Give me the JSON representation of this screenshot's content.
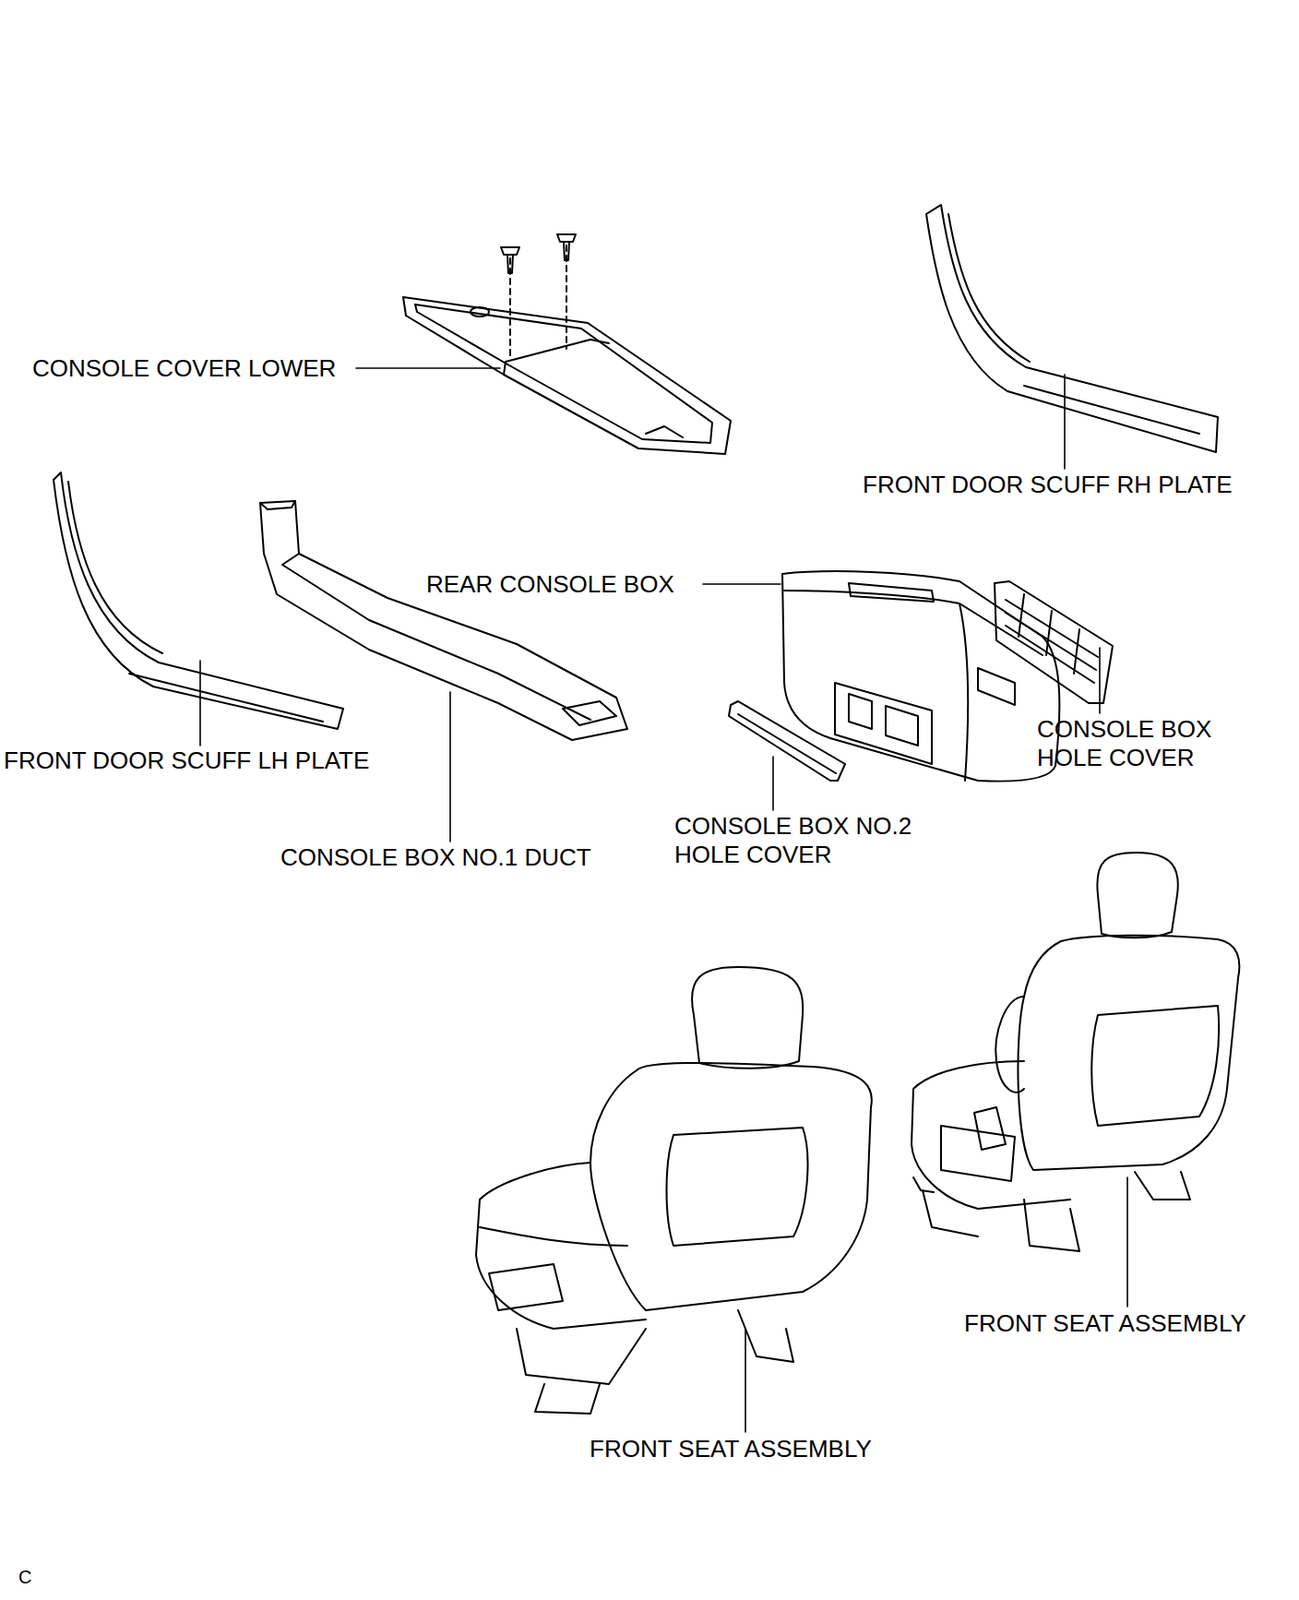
{
  "diagram": {
    "labels": [
      "CONSOLE COVER LOWER",
      "FRONT DOOR SCUFF RH PLATE",
      "REAR CONSOLE BOX",
      "FRONT DOOR SCUFF LH PLATE",
      "CONSOLE BOX NO.1 DUCT",
      "CONSOLE BOX NO.2 HOLE COVER",
      "CONSOLE BOX HOLE COVER",
      "FRONT SEAT ASSEMBLY",
      "FRONT SEAT ASSEMBLY",
      "C"
    ]
  }
}
